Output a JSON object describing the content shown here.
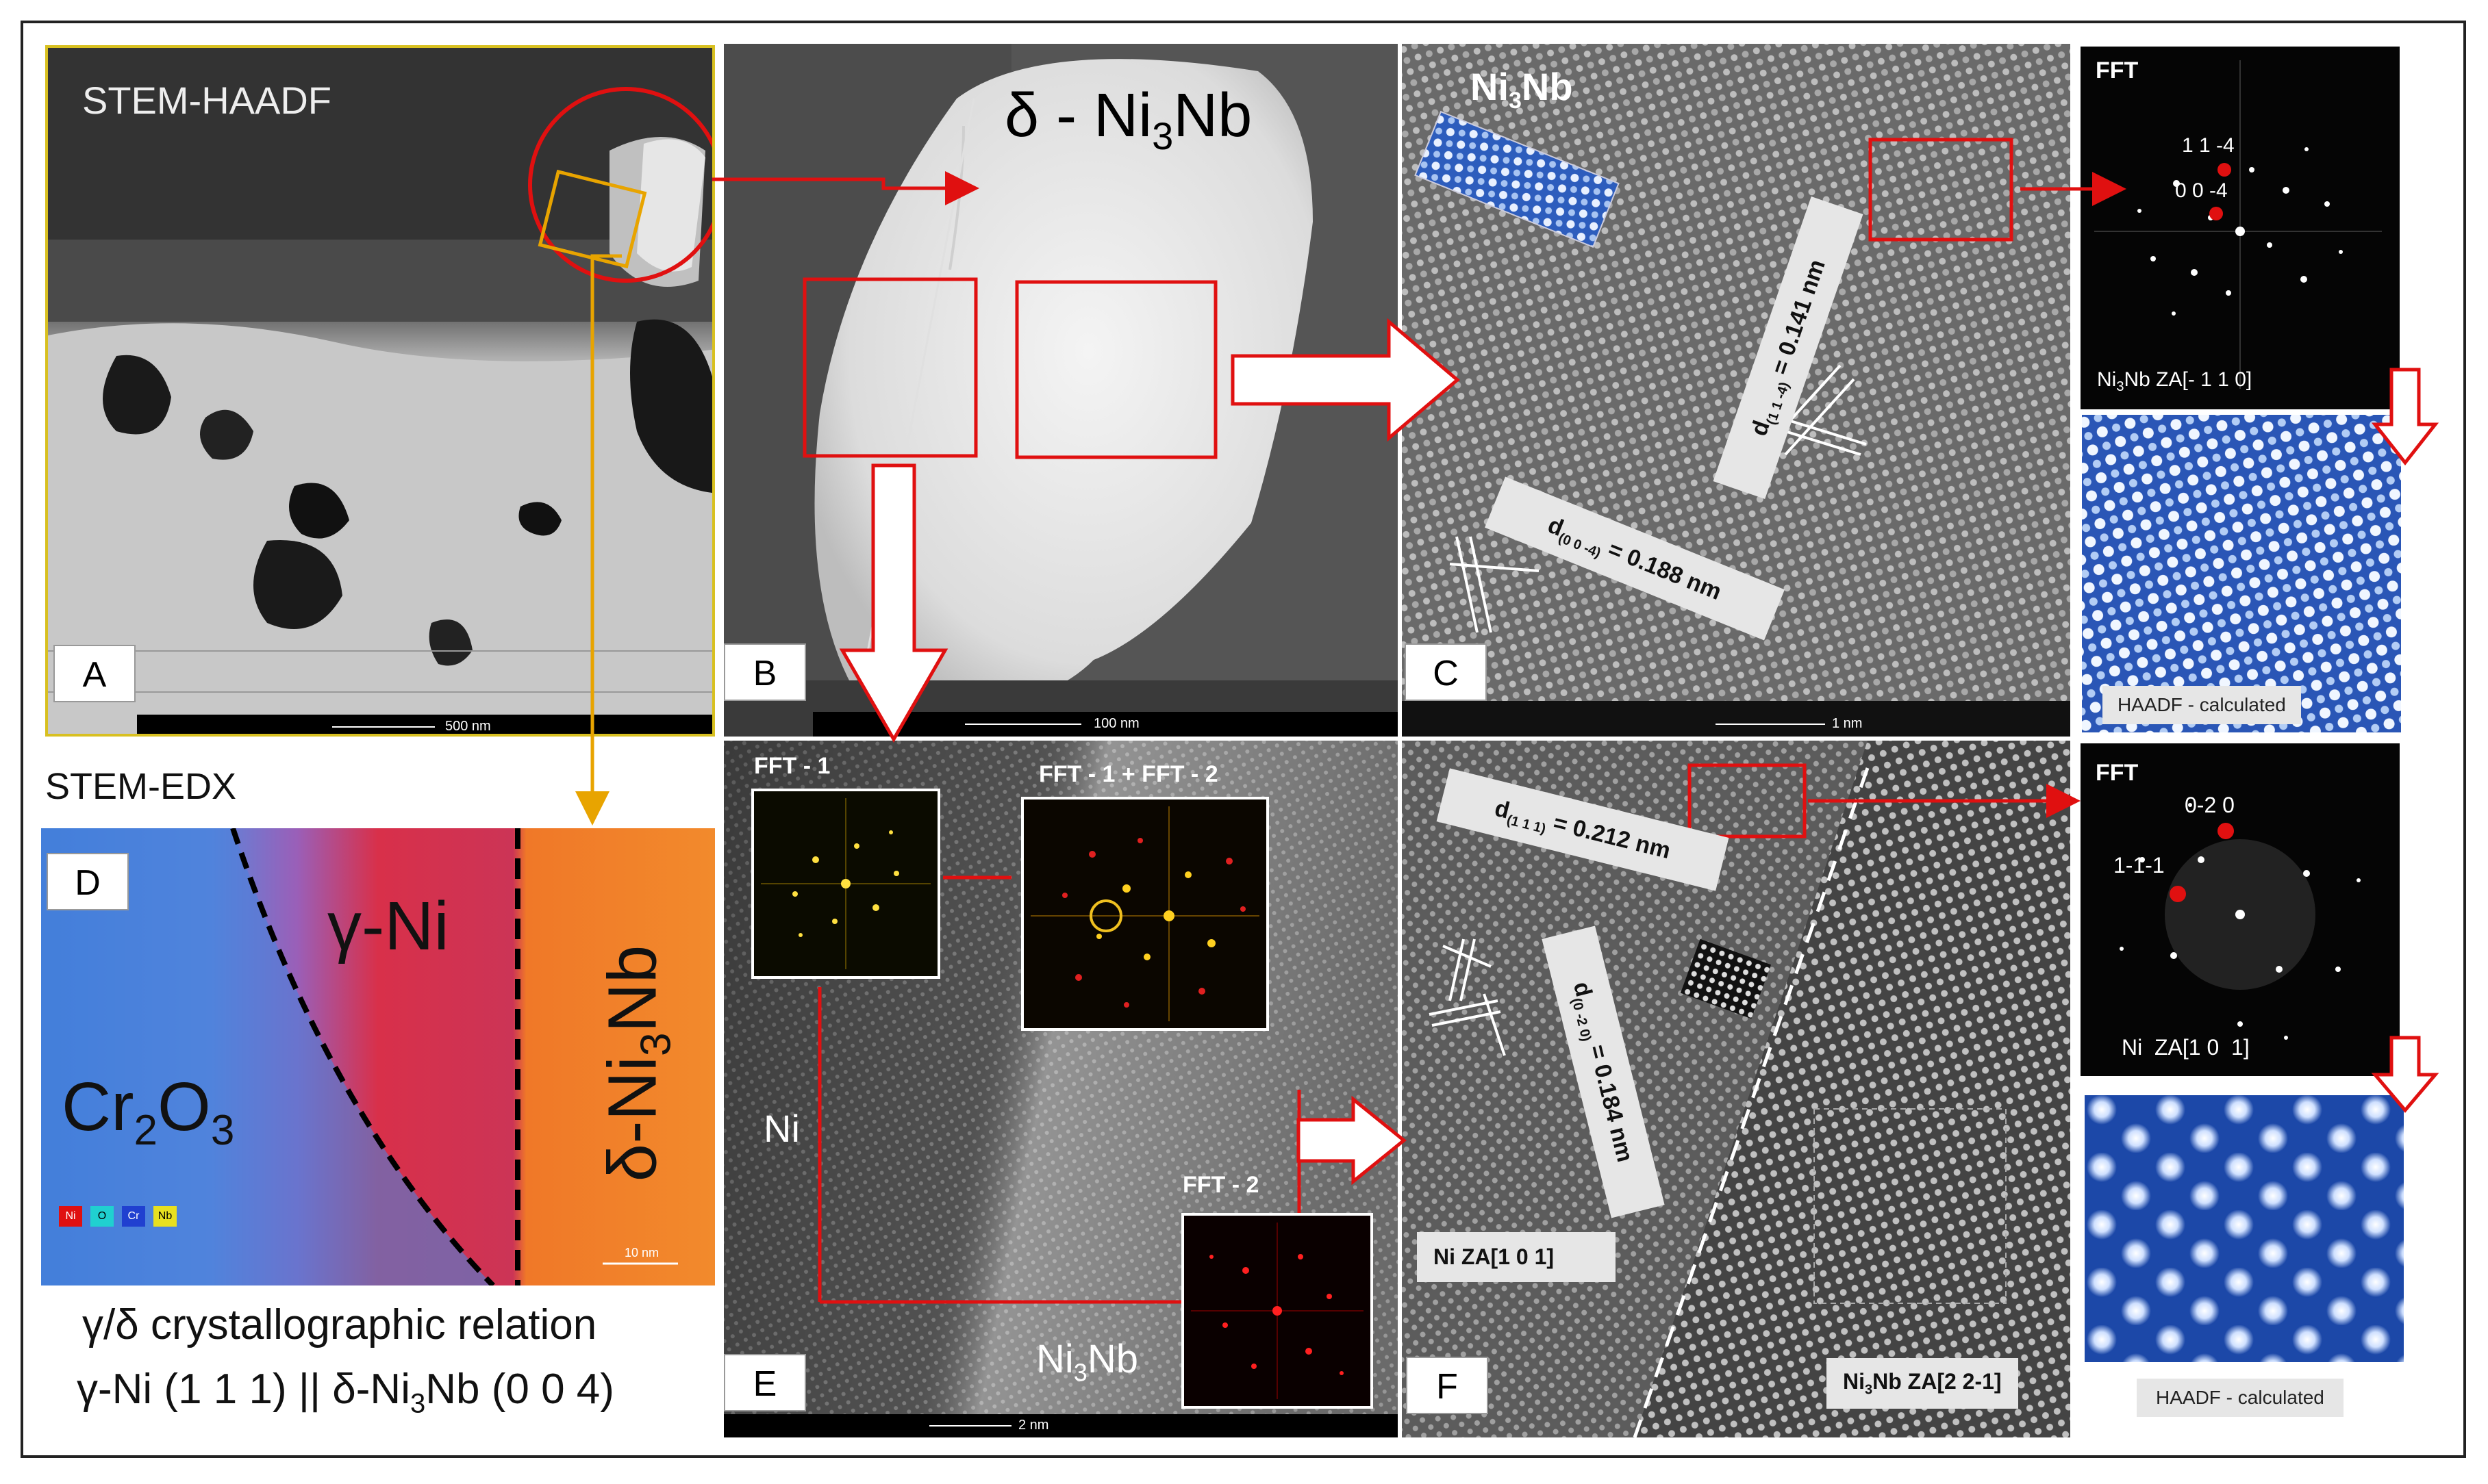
{
  "figure": {
    "panel_letters": {
      "a": "A",
      "b": "B",
      "c": "C",
      "d": "D",
      "e": "E",
      "f": "F"
    },
    "panel_a": {
      "title": "STEM-HAADF",
      "scale": "500 nm"
    },
    "panel_b": {
      "title_prefix": "δ - Ni",
      "title_sub": "3",
      "title_suffix": "Nb",
      "scale": "100 nm"
    },
    "panel_c": {
      "title_prefix": "Ni",
      "title_sub": "3",
      "title_suffix": "Nb",
      "d1": {
        "prefix": "d",
        "sub": "(1 1 -4)",
        "value": " = 0.141 nm"
      },
      "d2": {
        "prefix": "d",
        "sub": "(0 0 -4)",
        "value": " = 0.188 nm"
      },
      "scale": "1 nm"
    },
    "fft_c": {
      "title": "FFT",
      "spot1": "1 1 -4",
      "spot2": "0 0 -4",
      "zone_prefix": "Ni",
      "zone_sub": "3",
      "zone_suffix": "Nb ZA[- 1 1 0]"
    },
    "calc_c": {
      "label": "HAADF - calculated"
    },
    "panel_d": {
      "title": "STEM-EDX",
      "phase1": "γ-Ni",
      "phase2_prefix": "δ-Ni",
      "phase2_sub": "3",
      "phase2_suffix": "Nb",
      "phase3_prefix": "Cr",
      "phase3_sub1": "2",
      "phase3_mid": "O",
      "phase3_sub2": "3",
      "legend": [
        "Ni",
        "O",
        "Cr",
        "Nb"
      ],
      "scale": "10 nm",
      "caption1": "γ/δ crystallographic relation",
      "caption2_prefix": "γ-Ni (1 1 1) || δ-Ni",
      "caption2_sub": "3",
      "caption2_suffix": "Nb (0 0 4)"
    },
    "panel_e": {
      "fft1": "FFT - 1",
      "fft12": "FFT - 1 + FFT - 2",
      "fft2": "FFT - 2",
      "label_ni": "Ni",
      "label_ni3nb_prefix": "Ni",
      "label_ni3nb_sub": "3",
      "label_ni3nb_suffix": "Nb",
      "scale": "2 nm"
    },
    "panel_f": {
      "d1": {
        "prefix": "d",
        "sub": "(1 1 1)",
        "value": " = 0.212 nm"
      },
      "d2": {
        "prefix": "d",
        "sub": "(0 -2 0)",
        "value": " = 0.184 nm"
      },
      "zone_ni": "Ni ZA[1 0 1]",
      "zone_ni3nb_prefix": "Ni",
      "zone_ni3nb_sub": "3",
      "zone_ni3nb_suffix": "Nb ZA[2 2-1]"
    },
    "fft_f": {
      "title": "FFT",
      "spot1": "0-2 0",
      "spot2": "1-1-1",
      "zone": "Ni  ZA[1 0  1]"
    },
    "calc_f": {
      "label": "HAADF - calculated"
    },
    "colors": {
      "red": "#e01010",
      "orange": "#e8a400",
      "blue_edx": "#3d7fd8",
      "ni_red": "#d8304a",
      "nb_orange": "#f07828"
    }
  }
}
